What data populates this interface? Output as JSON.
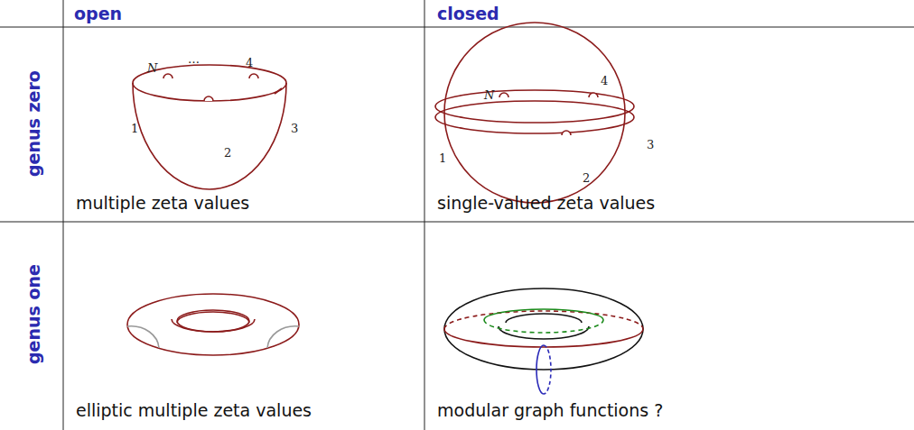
{
  "diagram": {
    "labels": [
      "open",
      "closed",
      "genus zero",
      "genus one",
      "N",
      "…",
      "4",
      "1",
      "2",
      "3",
      "multiple zeta values",
      "N",
      "4",
      "1",
      "2",
      "3",
      "single-valued zeta values",
      "elliptic multiple zeta values",
      "modular graph functions ?"
    ]
  }
}
